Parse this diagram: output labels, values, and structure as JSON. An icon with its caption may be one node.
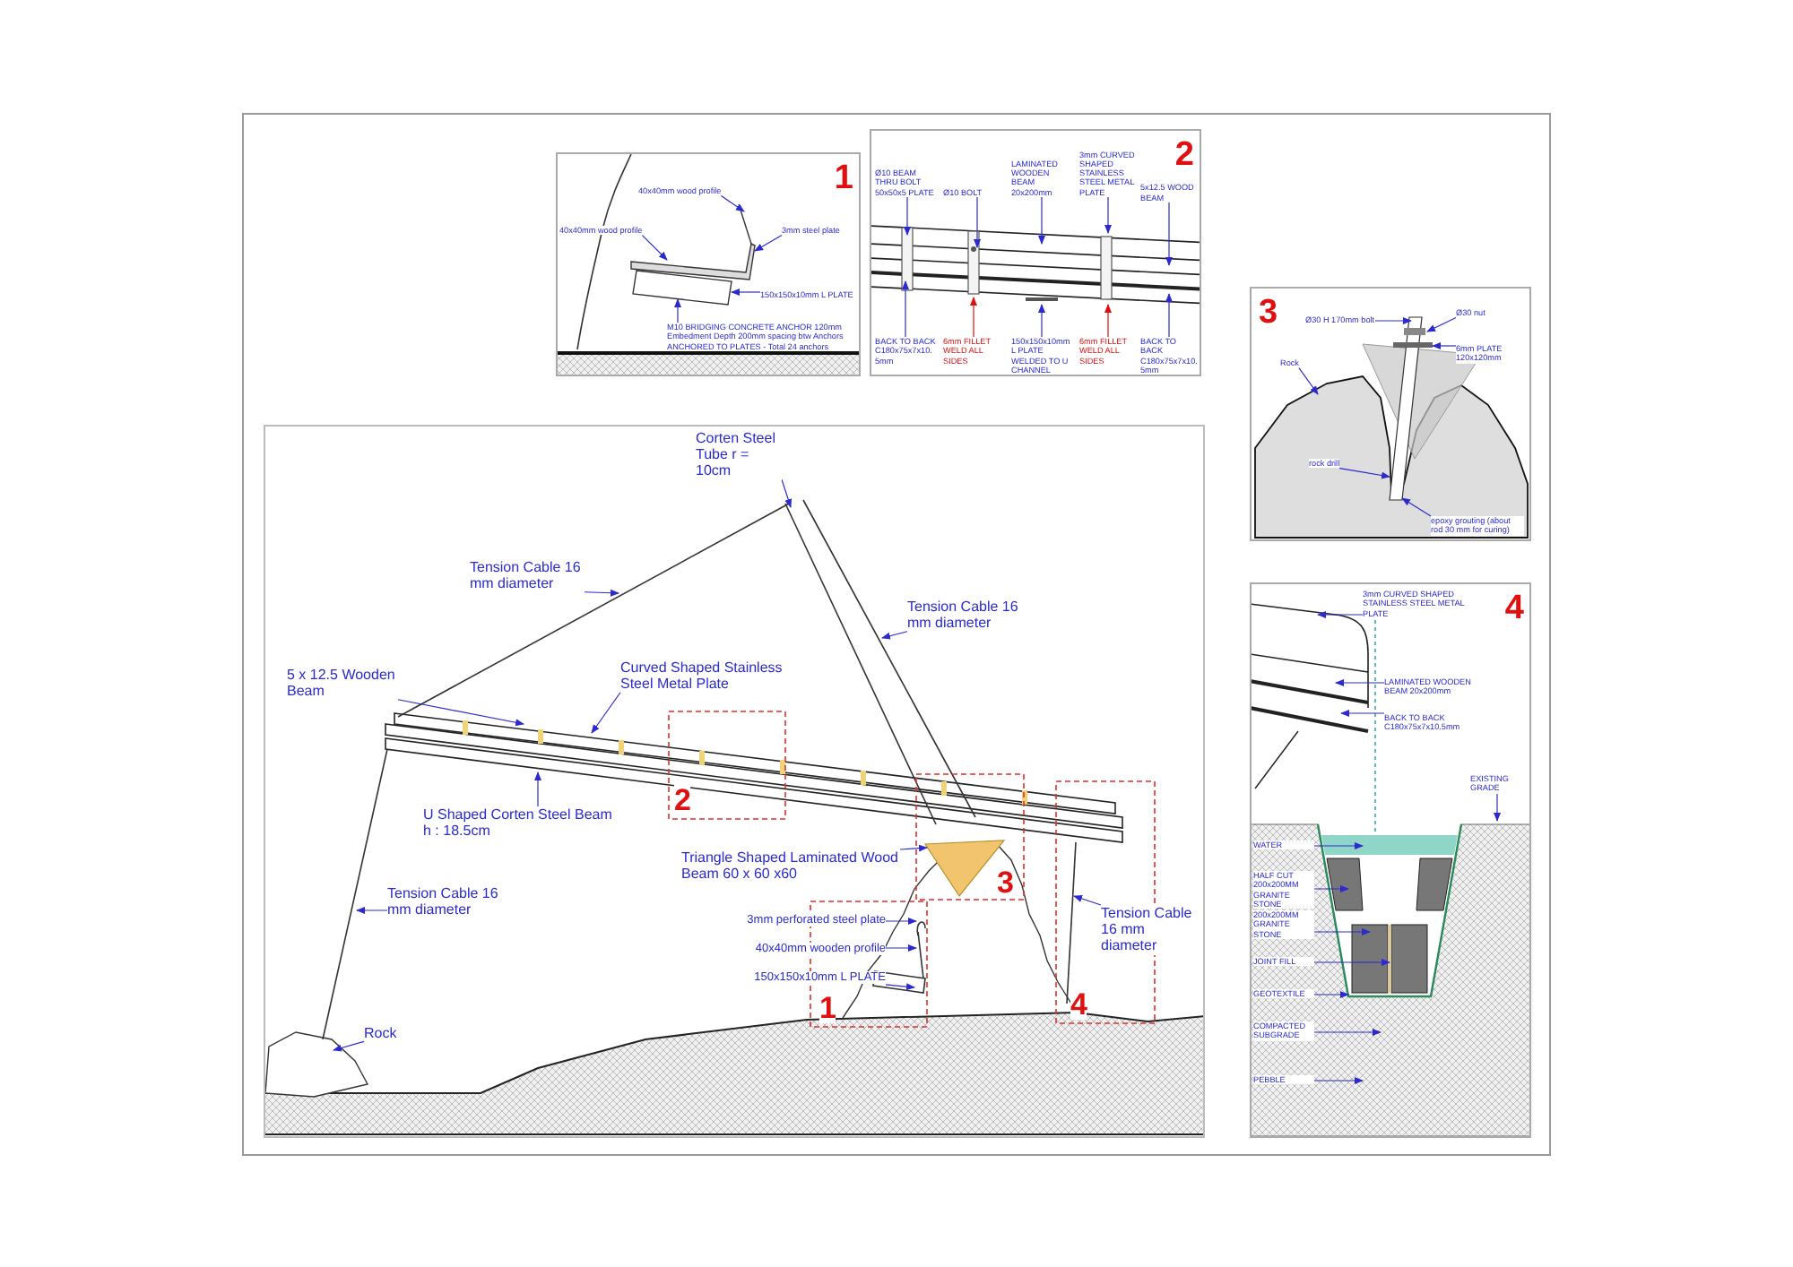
{
  "diagram": {
    "nodes": [
      {
        "text": [
          "1"
        ]
      },
      {
        "text": [
          "40x40mm wood profile"
        ],
        "in": 0
      },
      {
        "text": [
          "3mm steel plate"
        ],
        "in": 0
      },
      {
        "text": [
          "40x40mm wood profile"
        ],
        "in": 0
      },
      {
        "text": [
          "150x150x10mm L PLATE"
        ],
        "in": 0
      },
      {
        "text": [
          "M10 BRIDGING CONCRETE ANCHOR 120mm Embedment Depth 200mm spacing btw Anchors ANCHORED TO PLATES - Total 24 anchors"
        ],
        "in": 0
      },
      {
        "text": [
          "2"
        ]
      },
      {
        "text": [
          "3mm CURVED SHAPED STAINLESS STEEL METAL PLATE"
        ],
        "in": 6
      },
      {
        "text": [
          "LAMINATED WOODEN BEAM 20x200mm"
        ],
        "in": 6
      },
      {
        "text": [
          "Ø10 BEAM THRU BOLT 50x50x5 PLATE"
        ],
        "in": 6
      },
      {
        "text": [
          "Ø10 BOLT"
        ],
        "in": 6
      },
      {
        "text": [
          "150x150x10mm L PLATE WELDED TO U CHANNEL"
        ],
        "in": 6
      },
      {
        "text": [
          "5x12.5 WOOD BEAM"
        ],
        "in": 6
      },
      {
        "text": [
          "BACK TO BACK C180x75x7x10.5mm"
        ],
        "in": 6
      },
      {
        "text": [
          "BACK TO BACK C180x75x7x10.5mm"
        ],
        "in": 6
      },
      {
        "text": [
          "6mm FILLET WELD ALL SIDES"
        ],
        "in": 6
      },
      {
        "text": [
          "6mm FILLET WELD ALL SIDES"
        ],
        "in": 6
      },
      {
        "text": [
          "3"
        ]
      },
      {
        "text": [
          "Rock"
        ],
        "in": 17
      },
      {
        "text": [
          "Ø30 H 170mm bolt"
        ],
        "in": 17
      },
      {
        "text": [
          "Ø30 nut"
        ],
        "in": 17
      },
      {
        "text": [
          "6mm PLATE 120x120mm"
        ],
        "in": 17
      },
      {
        "text": [
          "rock drill"
        ],
        "in": 17
      },
      {
        "text": [
          "epoxy grouting (about rod 30 mm for curing)"
        ],
        "in": 17
      },
      {
        "text": [],
        "shape": "box"
      },
      {
        "text": [
          "Corten Steel Tube r = 10cm"
        ],
        "in": 24
      },
      {
        "text": [
          "Tension Cable 16 mm diameter"
        ],
        "in": 24
      },
      {
        "text": [
          "Tension Cable 16 mm diameter"
        ],
        "in": 24
      },
      {
        "text": [
          "Curved Shaped Stainless Steel Metal Plate"
        ],
        "in": 24
      },
      {
        "text": [
          "5 x 12.5 Wooden Beam"
        ],
        "in": 24
      },
      {
        "text": [
          "U Shaped Corten Steel Beam h : 18.5cm"
        ],
        "in": 24
      },
      {
        "text": [
          "Triangle Shaped Laminated Wood Beam 60 x 60 x60"
        ],
        "in": 24
      },
      {
        "text": [
          "Tension Cable 16 mm diameter"
        ],
        "in": 24
      },
      {
        "text": [
          "3mm perforated steel plate"
        ],
        "in": 24
      },
      {
        "text": [
          "40x40mm wooden profile"
        ],
        "in": 24
      },
      {
        "text": [
          "150x150x10mm L PLATE"
        ],
        "in": 24
      },
      {
        "text": [
          "Tension Cable 16 mm diameter"
        ],
        "in": 24
      },
      {
        "text": [
          "Rock"
        ],
        "in": 24
      },
      {
        "text": [
          "4"
        ]
      },
      {
        "text": [
          "3mm CURVED SHAPED STAINLESS STEEL METAL PLATE"
        ],
        "in": 38
      },
      {
        "text": [
          "LAMINATED WOODEN BEAM 20x200mm"
        ],
        "in": 38
      },
      {
        "text": [
          "BACK TO BACK C180x75x7x10.5mm"
        ],
        "in": 38
      },
      {
        "text": [
          "COMPACTED SUBGRADE"
        ],
        "in": 38
      },
      {
        "text": [
          "EXISTING GRADE"
        ],
        "in": 38
      },
      {
        "text": [
          "HALF CUT 200x200MM GRANITE STONE"
        ],
        "in": 38
      },
      {
        "text": [
          "200x200MM GRANITE STONE"
        ],
        "in": 38
      },
      {
        "text": [
          "JOINT FILL"
        ],
        "in": 38
      },
      {
        "text": [
          "WATER"
        ],
        "in": 38
      },
      {
        "text": [
          "GEOTEXTILE"
        ],
        "in": 38
      },
      {
        "text": [
          "PEBBLE"
        ],
        "in": 38
      }
    ],
    "edges": [
      {
        "from": 1,
        "to": null,
        "arrow": "to"
      },
      {
        "from": 2,
        "to": null,
        "arrow": "to"
      },
      {
        "from": 3,
        "to": null,
        "arrow": "to"
      },
      {
        "from": 4,
        "to": null,
        "arrow": "to"
      },
      {
        "from": 5,
        "to": null,
        "arrow": "to"
      },
      {
        "from": 7,
        "to": null,
        "arrow": "to"
      },
      {
        "from": 8,
        "to": null,
        "arrow": "to"
      },
      {
        "from": 9,
        "to": null,
        "arrow": "to"
      },
      {
        "from": 10,
        "to": null,
        "arrow": "to"
      },
      {
        "from": 11,
        "to": null,
        "arrow": "to"
      },
      {
        "from": 12,
        "to": null,
        "arrow": "to"
      },
      {
        "from": 13,
        "to": null,
        "arrow": "to"
      },
      {
        "from": 14,
        "to": null,
        "arrow": "to"
      },
      {
        "from": 15,
        "to": null,
        "arrow": "to",
        "color": "#dd1111"
      },
      {
        "from": 16,
        "to": null,
        "arrow": "to",
        "color": "#dd1111"
      },
      {
        "from": 18,
        "to": null,
        "arrow": "to"
      },
      {
        "from": 19,
        "to": null,
        "arrow": "to"
      },
      {
        "from": 20,
        "to": null,
        "arrow": "to"
      },
      {
        "from": 21,
        "to": null,
        "arrow": "to"
      },
      {
        "from": 22,
        "to": null,
        "arrow": "to"
      },
      {
        "from": 23,
        "to": null,
        "arrow": "to"
      },
      {
        "from": 25,
        "to": null,
        "arrow": "to"
      },
      {
        "from": 26,
        "to": null,
        "arrow": "to"
      },
      {
        "from": 27,
        "to": null,
        "arrow": "to"
      },
      {
        "from": 28,
        "to": null,
        "arrow": "to"
      },
      {
        "from": 29,
        "to": null,
        "arrow": "to"
      },
      {
        "from": 30,
        "to": null,
        "arrow": "to"
      },
      {
        "from": 31,
        "to": null,
        "arrow": "to"
      },
      {
        "from": 32,
        "to": null,
        "arrow": "to"
      },
      {
        "from": 33,
        "to": null,
        "arrow": "to"
      },
      {
        "from": 34,
        "to": null,
        "arrow": "to"
      },
      {
        "from": 35,
        "to": null,
        "arrow": "to"
      },
      {
        "from": 36,
        "to": null,
        "arrow": "to"
      },
      {
        "from": 37,
        "to": null,
        "arrow": "to"
      },
      {
        "from": 39,
        "to": null,
        "arrow": "to"
      },
      {
        "from": 40,
        "to": null,
        "arrow": "to"
      },
      {
        "from": 41,
        "to": null,
        "arrow": "to"
      },
      {
        "from": 42,
        "to": null,
        "arrow": "to"
      },
      {
        "from": 43,
        "to": null,
        "arrow": "to"
      },
      {
        "from": 44,
        "to": null,
        "arrow": "to"
      },
      {
        "from": 45,
        "to": null,
        "arrow": "to"
      },
      {
        "from": 46,
        "to": null,
        "arrow": "to"
      },
      {
        "from": 47,
        "to": null,
        "arrow": "to"
      },
      {
        "from": 48,
        "to": null,
        "arrow": "to"
      },
      {
        "from": 49,
        "to": null,
        "arrow": "to"
      }
    ],
    "labels": [
      "2",
      "3",
      "1",
      "4"
    ]
  }
}
